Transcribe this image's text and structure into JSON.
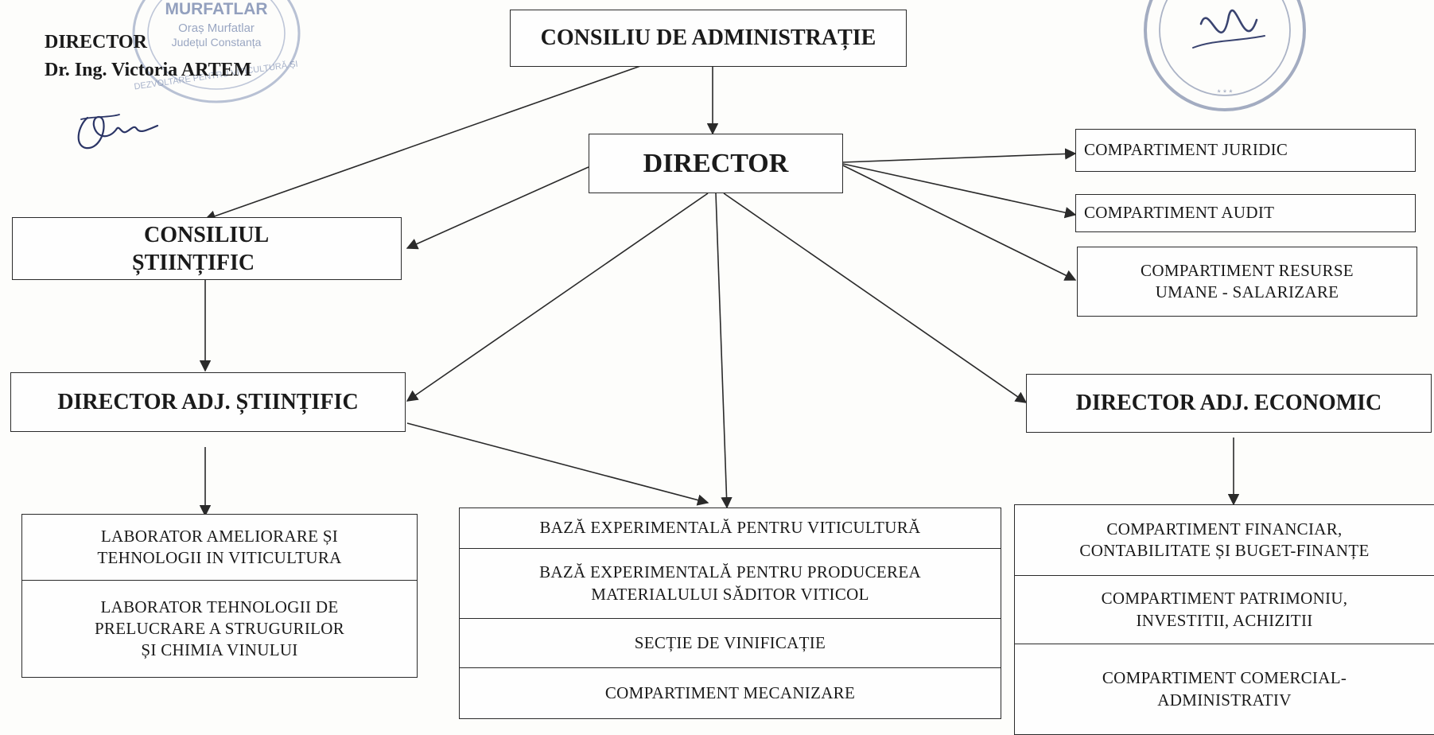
{
  "stamp_left": {
    "lines": [
      "MURFATLAR",
      "Oraș Murfatlar",
      "Județul Constanța",
      "DEZVOLTARE PENTRU VITICULTURĂ ȘI"
    ]
  },
  "signatory_left": {
    "title": "DIRECTOR",
    "name": "Dr. Ing.  Victoria ARTEM"
  },
  "nodes": {
    "consiliu_admin": "CONSILIU DE ADMINISTRAȚIE",
    "director": "DIRECTOR",
    "consiliul_stiintific_l1": "CONSILIUL",
    "consiliul_stiintific_l2": "ȘTIINȚIFIC",
    "director_adj_stiintific": "DIRECTOR  ADJ. ȘTIINȚIFIC",
    "director_adj_economic": "DIRECTOR  ADJ. ECONOMIC",
    "comp_juridic": "COMPARTIMENT JURIDIC",
    "comp_audit": "COMPARTIMENT  AUDIT",
    "comp_resurse_l1": "COMPARTIMENT  RESURSE",
    "comp_resurse_l2": "UMANE - SALARIZARE"
  },
  "left_group": [
    {
      "l1": "LABORATOR AMELIORARE ȘI",
      "l2": "TEHNOLOGII IN VITICULTURA",
      "l3": ""
    },
    {
      "l1": "LABORATOR TEHNOLOGII DE",
      "l2": "PRELUCRARE A STRUGURILOR",
      "l3": "ȘI CHIMIA VINULUI"
    }
  ],
  "middle_group": [
    {
      "l1": "BAZĂ EXPERIMENTALĂ PENTRU VITICULTURĂ",
      "l2": ""
    },
    {
      "l1": "BAZĂ EXPERIMENTALĂ PENTRU  PRODUCEREA",
      "l2": "MATERIALULUI SĂDITOR VITICOL"
    },
    {
      "l1": "SECȚIE DE VINIFICAȚIE",
      "l2": ""
    },
    {
      "l1": "COMPARTIMENT MECANIZARE",
      "l2": ""
    }
  ],
  "right_group": [
    {
      "l1": "COMPARTIMENT FINANCIAR,",
      "l2": "CONTABILITATE ȘI BUGET-FINANȚE"
    },
    {
      "l1": "COMPARTIMENT PATRIMONIU,",
      "l2": "INVESTITII, ACHIZITII"
    },
    {
      "l1": "COMPARTIMENT COMERCIAL-",
      "l2": "ADMINISTRATIV"
    }
  ],
  "colors": {
    "ink": "#1a1a1a",
    "stamp": "#6e7fa8",
    "signature": "#2b3566"
  }
}
